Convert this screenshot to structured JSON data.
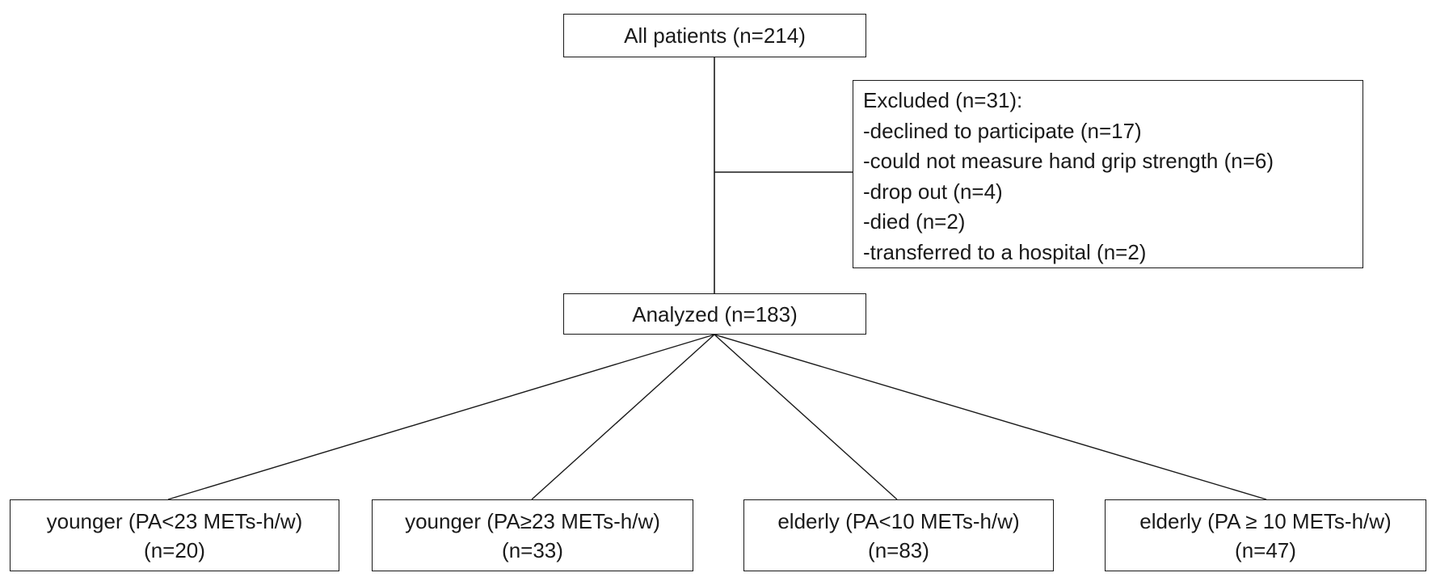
{
  "boxes": {
    "all_patients": "All patients (n=214)",
    "excluded": {
      "heading": "Excluded (n=31):",
      "items": [
        "-declined to participate (n=17)",
        "-could not measure hand grip strength (n=6)",
        "-drop out (n=4)",
        "-died (n=2)",
        "-transferred to a hospital (n=2)"
      ]
    },
    "analyzed": "Analyzed (n=183)",
    "groups": [
      {
        "label": "younger (PA<23 METs-h/w)",
        "count": "(n=20)"
      },
      {
        "label": "younger (PA≥23 METs-h/w)",
        "count": "(n=33)"
      },
      {
        "label": "elderly (PA<10 METs-h/w)",
        "count": "(n=83)"
      },
      {
        "label": "elderly (PA ≥ 10 METs-h/w)",
        "count": "(n=47)"
      }
    ]
  },
  "colors": {
    "line": "#1a1a1a",
    "background": "#ffffff"
  }
}
